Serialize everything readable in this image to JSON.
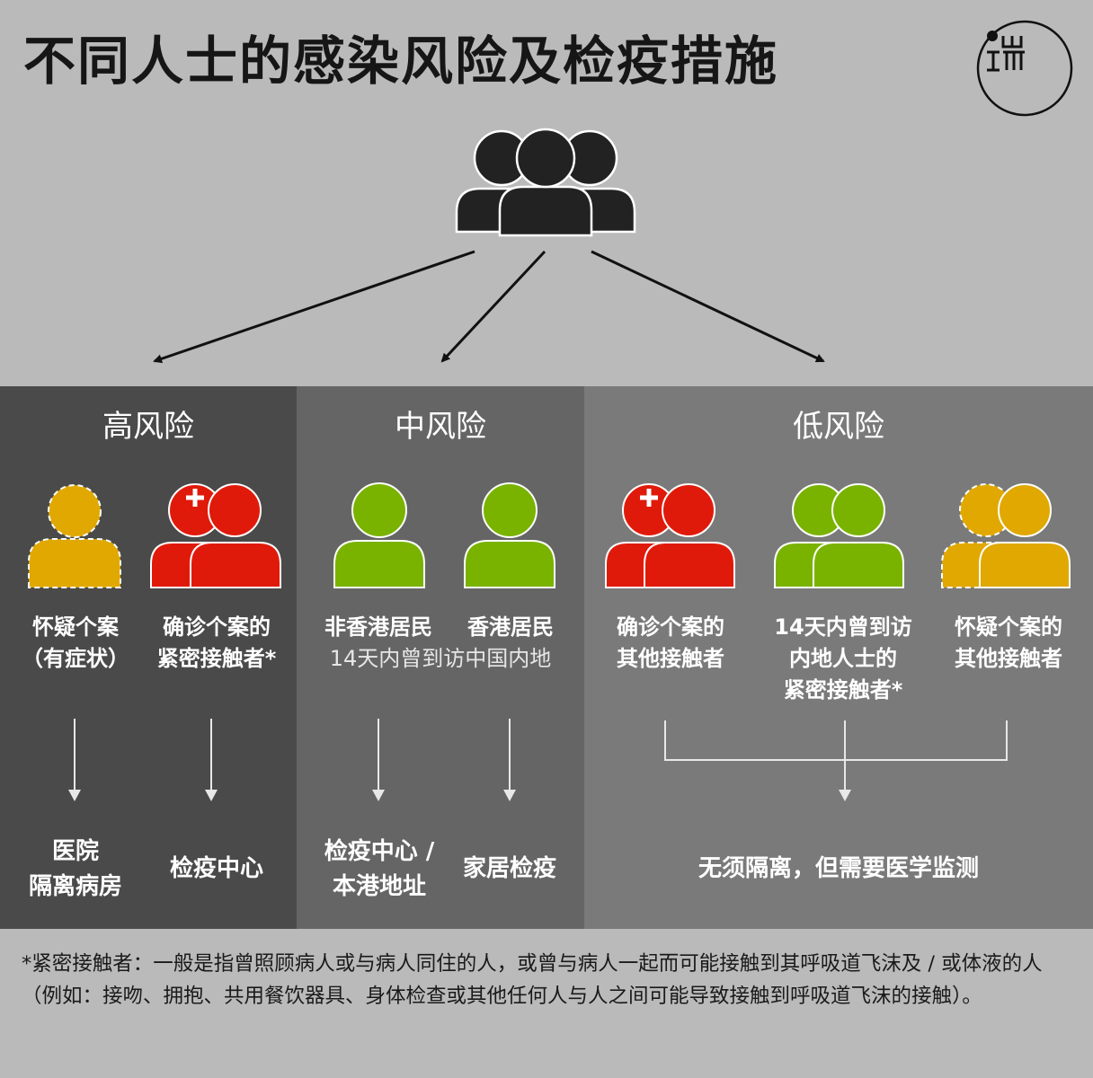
{
  "title": "不同人士的感染风险及检疫措施",
  "logo": {
    "name": "logo-mark"
  },
  "colors": {
    "background": "#bababa",
    "panel_high": "#4a4a4a",
    "panel_mid": "#656565",
    "panel_low": "#7a7a7a",
    "suspect": "#e0a800",
    "confirmed": "#e01a0b",
    "green": "#79b300",
    "group": "#222222"
  },
  "groups": [
    {
      "heading": "高风险",
      "categories": [
        {
          "lines": [
            "怀疑个案",
            "（有症状）"
          ],
          "destination": [
            "医院",
            "隔离病房"
          ]
        },
        {
          "lines": [
            "确诊个案的",
            "紧密接触者*"
          ],
          "destination": [
            "检疫中心"
          ]
        }
      ]
    },
    {
      "heading": "中风险",
      "shared_caption": "14天内曾到访中国内地",
      "categories": [
        {
          "lines": [
            "非香港居民"
          ],
          "destination": [
            "检疫中心 /",
            "本港地址"
          ]
        },
        {
          "lines": [
            "香港居民"
          ],
          "destination": [
            "家居检疫"
          ]
        }
      ]
    },
    {
      "heading": "低风险",
      "categories": [
        {
          "lines": [
            "确诊个案的",
            "其他接触者"
          ]
        },
        {
          "lines": [
            "14天内曾到访",
            "内地人士的",
            "紧密接触者*"
          ]
        },
        {
          "lines": [
            "怀疑个案的",
            "其他接触者"
          ]
        }
      ],
      "destination": "无须隔离，但需要医学监测"
    }
  ],
  "footnote": "*紧密接触者：一般是指曾照顾病人或与病人同住的人，或曾与病人一起而可能接触到其呼吸道飞沫及 / 或体液的人（例如：接吻、拥抱、共用餐饮器具、身体检查或其他任何人与人之间可能导致接触到呼吸道飞沫的接触）。"
}
